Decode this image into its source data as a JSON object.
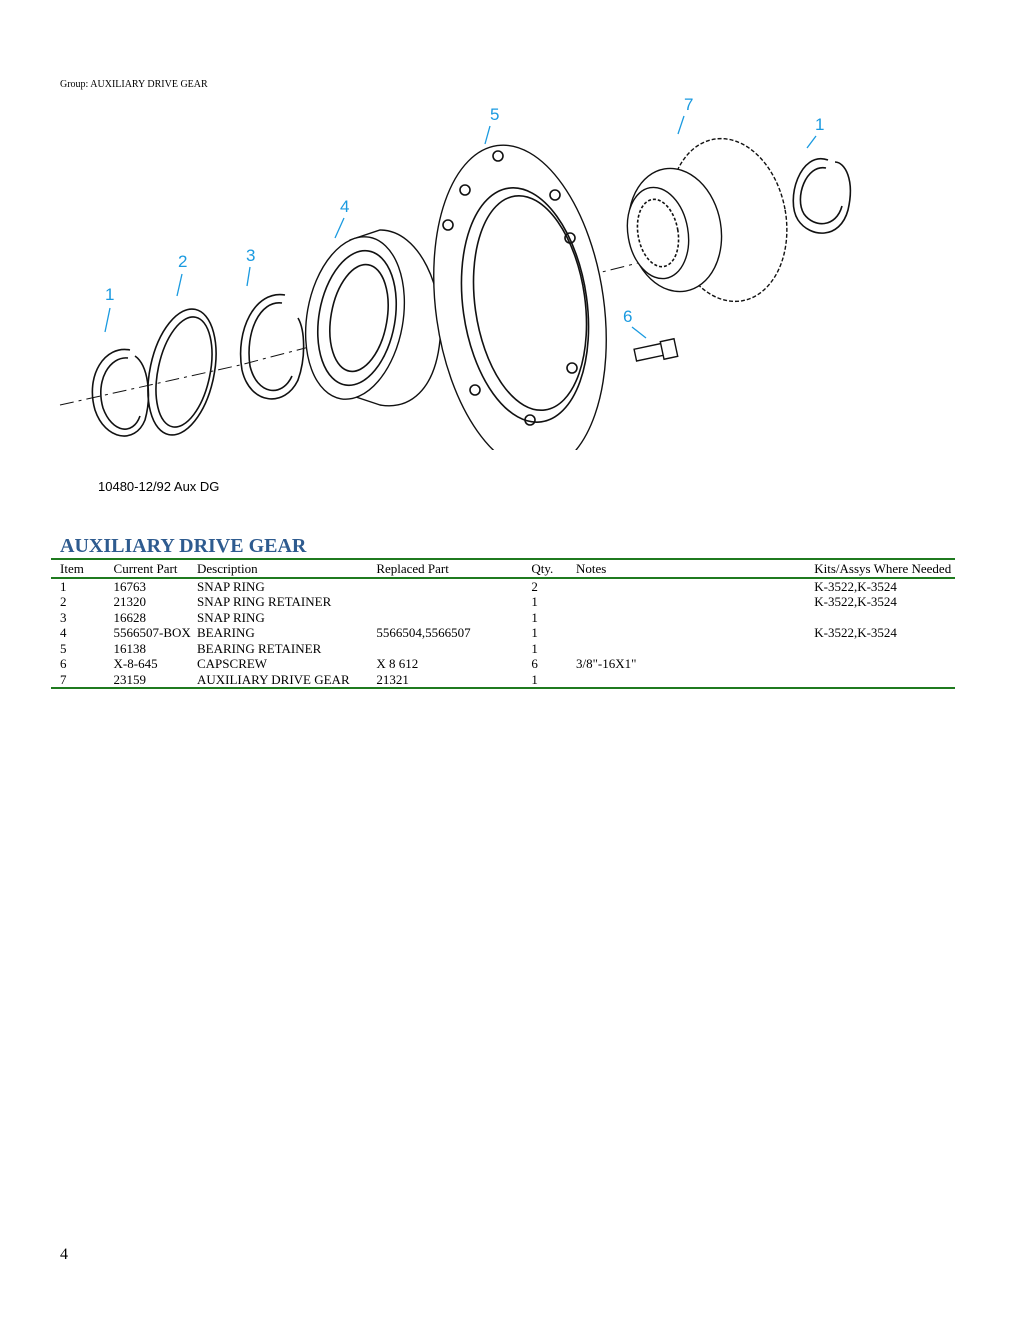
{
  "header": {
    "group_line": "Group: AUXILIARY DRIVE GEAR"
  },
  "diagram": {
    "caption": "10480-12/92 Aux DG",
    "callouts": {
      "c1a": "1",
      "c2": "2",
      "c3": "3",
      "c4": "4",
      "c5": "5",
      "c6": "6",
      "c7": "7",
      "c1b": "1"
    }
  },
  "section": {
    "title": "AUXILIARY DRIVE GEAR"
  },
  "table": {
    "headers": {
      "item": "Item",
      "current": "Current Part",
      "description": "Description",
      "replaced": "Replaced Part",
      "qty": "Qty.",
      "notes": "Notes",
      "kits": "Kits/Assys Where Needed"
    },
    "rows": [
      {
        "item": "1",
        "current": "16763",
        "description": "SNAP RING",
        "replaced": "",
        "qty": "2",
        "notes": "",
        "kits": "K-3522,K-3524"
      },
      {
        "item": "2",
        "current": "21320",
        "description": "SNAP RING RETAINER",
        "replaced": "",
        "qty": "1",
        "notes": "",
        "kits": "K-3522,K-3524"
      },
      {
        "item": "3",
        "current": "16628",
        "description": "SNAP RING",
        "replaced": "",
        "qty": "1",
        "notes": "",
        "kits": ""
      },
      {
        "item": "4",
        "current": "5566507-BOX",
        "description": "BEARING",
        "replaced": "5566504,5566507",
        "qty": "1",
        "notes": "",
        "kits": "K-3522,K-3524"
      },
      {
        "item": "5",
        "current": "16138",
        "description": "BEARING RETAINER",
        "replaced": "",
        "qty": "1",
        "notes": "",
        "kits": ""
      },
      {
        "item": "6",
        "current": "X-8-645",
        "description": "CAPSCREW",
        "replaced": "X 8  612",
        "qty": "6",
        "notes": "3/8\"-16X1\"",
        "kits": ""
      },
      {
        "item": "7",
        "current": "23159",
        "description": "AUXILIARY DRIVE GEAR",
        "replaced": "21321",
        "qty": "1",
        "notes": "",
        "kits": ""
      }
    ]
  },
  "footer": {
    "page_number": "4"
  }
}
